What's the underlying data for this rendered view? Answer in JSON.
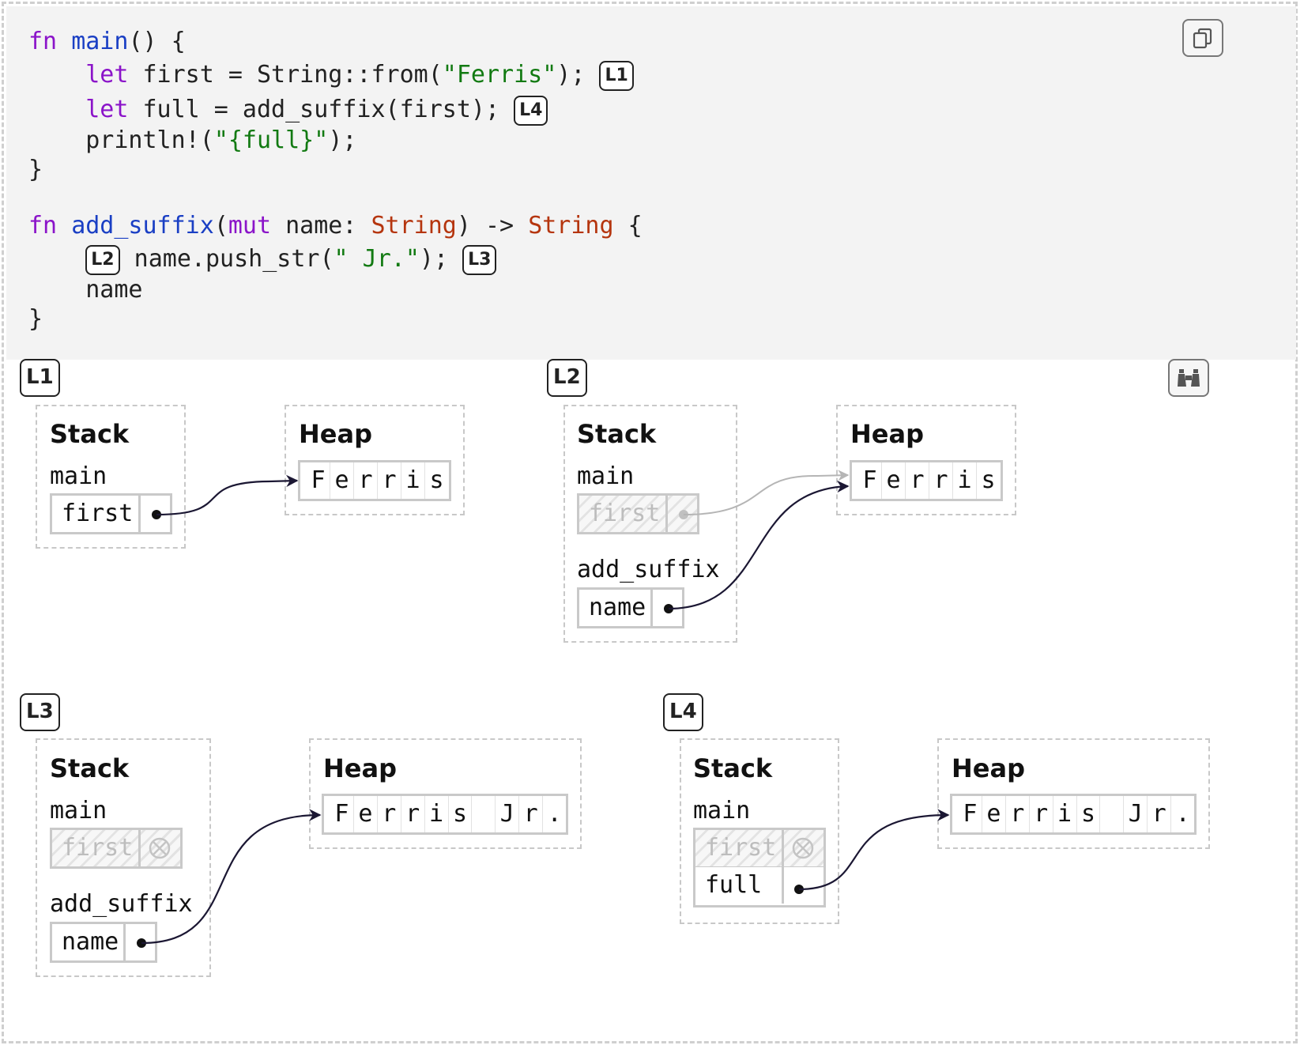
{
  "code": {
    "lines": [
      [
        {
          "t": "fn",
          "c": "kw"
        },
        {
          "t": " "
        },
        {
          "t": "main",
          "c": "fn"
        },
        {
          "t": "() {"
        }
      ],
      [
        {
          "t": "    "
        },
        {
          "t": "let",
          "c": "kw"
        },
        {
          "t": " first = String::from("
        },
        {
          "t": "\"Ferris\"",
          "c": "st"
        },
        {
          "t": "); "
        },
        {
          "badge": "L1"
        }
      ],
      [
        {
          "t": "    "
        },
        {
          "t": "let",
          "c": "kw"
        },
        {
          "t": " full = add_suffix(first); "
        },
        {
          "badge": "L4"
        }
      ],
      [
        {
          "t": "    println!("
        },
        {
          "t": "\"{full}\"",
          "c": "st"
        },
        {
          "t": ");"
        }
      ],
      [
        {
          "t": "}"
        }
      ],
      [
        {
          "t": ""
        }
      ],
      [
        {
          "t": "fn",
          "c": "kw"
        },
        {
          "t": " "
        },
        {
          "t": "add_suffix",
          "c": "fn"
        },
        {
          "t": "("
        },
        {
          "t": "mut",
          "c": "kw"
        },
        {
          "t": " name: "
        },
        {
          "t": "String",
          "c": "ty"
        },
        {
          "t": ") -> "
        },
        {
          "t": "String",
          "c": "ty"
        },
        {
          "t": " {"
        }
      ],
      [
        {
          "t": "    "
        },
        {
          "badge": "L2"
        },
        {
          "t": " name.push_str("
        },
        {
          "t": "\" Jr.\"",
          "c": "st"
        },
        {
          "t": "); "
        },
        {
          "badge": "L3"
        }
      ],
      [
        {
          "t": "    name"
        }
      ],
      [
        {
          "t": "}"
        }
      ]
    ]
  },
  "toolbar": {
    "copy_icon": "copy-icon",
    "binoculars_icon": "binoculars-icon"
  },
  "steps": [
    {
      "label": "L1",
      "stack_title": "Stack",
      "heap_title": "Heap",
      "frames": [
        {
          "name": "main",
          "vars": [
            {
              "name": "first",
              "state": "pointer"
            }
          ]
        }
      ],
      "heap_chars": [
        "F",
        "e",
        "r",
        "r",
        "i",
        "s"
      ]
    },
    {
      "label": "L2",
      "stack_title": "Stack",
      "heap_title": "Heap",
      "frames": [
        {
          "name": "main",
          "vars": [
            {
              "name": "first",
              "state": "moved"
            }
          ]
        },
        {
          "name": "add_suffix",
          "vars": [
            {
              "name": "name",
              "state": "pointer"
            }
          ]
        }
      ],
      "heap_chars": [
        "F",
        "e",
        "r",
        "r",
        "i",
        "s"
      ]
    },
    {
      "label": "L3",
      "stack_title": "Stack",
      "heap_title": "Heap",
      "frames": [
        {
          "name": "main",
          "vars": [
            {
              "name": "first",
              "state": "freed"
            }
          ]
        },
        {
          "name": "add_suffix",
          "vars": [
            {
              "name": "name",
              "state": "pointer"
            }
          ]
        }
      ],
      "heap_chars": [
        "F",
        "e",
        "r",
        "r",
        "i",
        "s",
        " ",
        "J",
        "r",
        "."
      ]
    },
    {
      "label": "L4",
      "stack_title": "Stack",
      "heap_title": "Heap",
      "frames": [
        {
          "name": "main",
          "vars": [
            {
              "name": "first",
              "state": "freed"
            },
            {
              "name": "full",
              "state": "pointer"
            }
          ]
        }
      ],
      "heap_chars": [
        "F",
        "e",
        "r",
        "r",
        "i",
        "s",
        " ",
        "J",
        "r",
        "."
      ]
    }
  ]
}
